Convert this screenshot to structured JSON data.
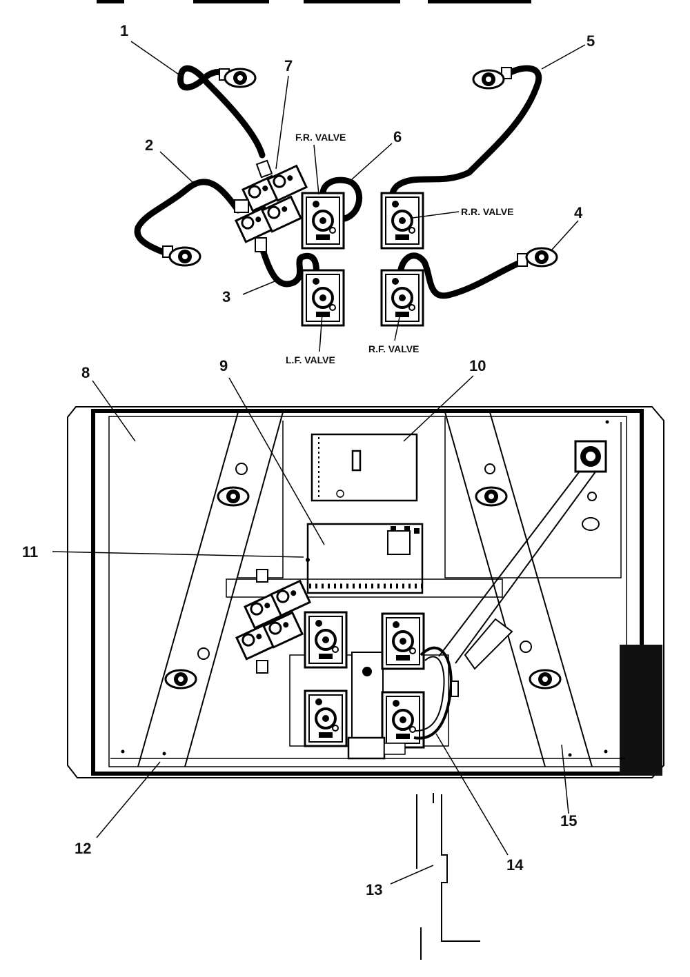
{
  "callouts": {
    "c1": "1",
    "c2": "2",
    "c3": "3",
    "c4": "4",
    "c5": "5",
    "c6": "6",
    "c7": "7",
    "c8": "8",
    "c9": "9",
    "c10": "10",
    "c11": "11",
    "c12": "12",
    "c13": "13",
    "c14": "14",
    "c15": "15"
  },
  "valve_labels": {
    "fr": "F.R. VALVE",
    "rr": "R.R. VALVE",
    "lf": "L.F. VALVE",
    "rf": "R.F. VALVE"
  }
}
